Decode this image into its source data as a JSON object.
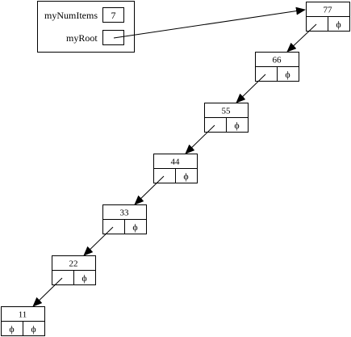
{
  "tree": {
    "fields": {
      "num_items_label": "myNumItems",
      "num_items_value": "7",
      "root_label": "myRoot"
    },
    "null_symbol": "ϕ",
    "nodes": [
      {
        "id": "n77",
        "value": "77"
      },
      {
        "id": "n66",
        "value": "66"
      },
      {
        "id": "n55",
        "value": "55"
      },
      {
        "id": "n44",
        "value": "44"
      },
      {
        "id": "n33",
        "value": "33"
      },
      {
        "id": "n22",
        "value": "22"
      },
      {
        "id": "n11",
        "value": "11"
      }
    ]
  }
}
